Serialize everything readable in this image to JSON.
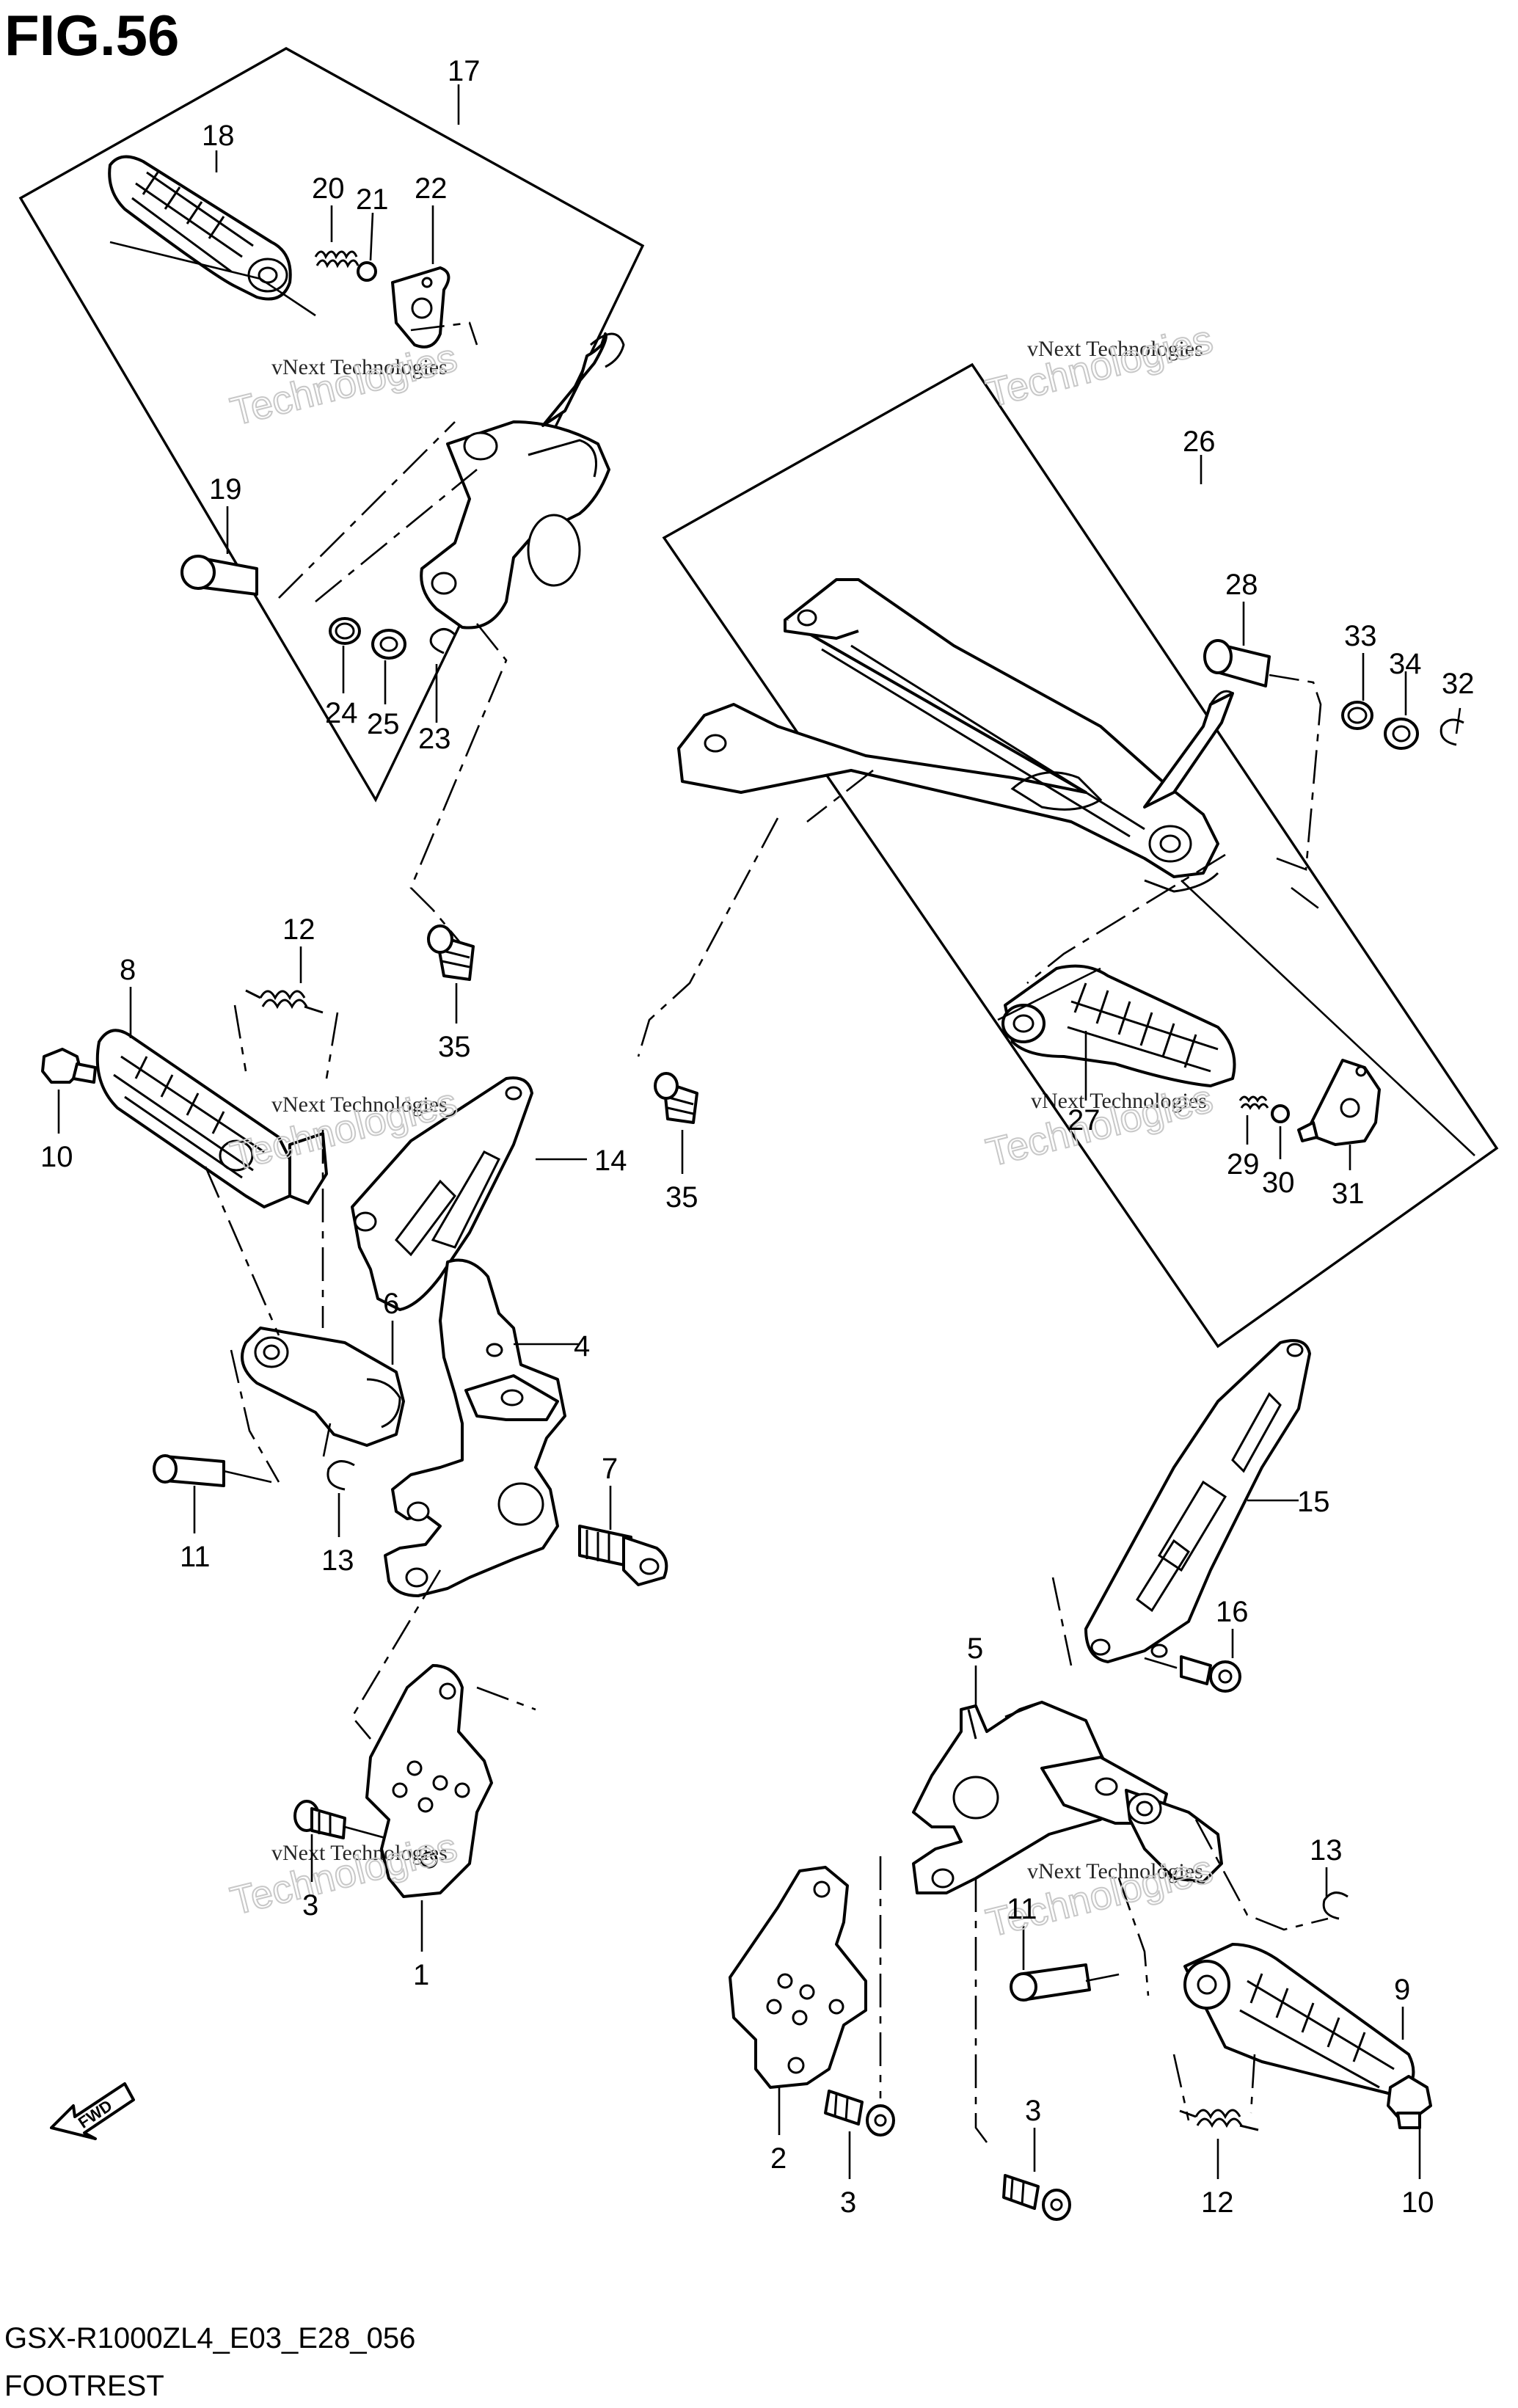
{
  "figure": {
    "title": "FIG.56",
    "model_code": "GSX-R1000ZL4_E03_E28_056",
    "section_name": "FOOTREST"
  },
  "fwd_label": "FWD",
  "watermark": {
    "small_text": "vNext Technologies",
    "big_text": "Technologies"
  },
  "callouts": [
    {
      "id": "c17",
      "label": "17"
    },
    {
      "id": "c18",
      "label": "18"
    },
    {
      "id": "c20",
      "label": "20"
    },
    {
      "id": "c21",
      "label": "21"
    },
    {
      "id": "c22",
      "label": "22"
    },
    {
      "id": "c19",
      "label": "19"
    },
    {
      "id": "c24",
      "label": "24"
    },
    {
      "id": "c25",
      "label": "25"
    },
    {
      "id": "c23",
      "label": "23"
    },
    {
      "id": "c35a",
      "label": "35"
    },
    {
      "id": "c26",
      "label": "26"
    },
    {
      "id": "c28",
      "label": "28"
    },
    {
      "id": "c33",
      "label": "33"
    },
    {
      "id": "c34",
      "label": "34"
    },
    {
      "id": "c32",
      "label": "32"
    },
    {
      "id": "c27",
      "label": "27"
    },
    {
      "id": "c29",
      "label": "29"
    },
    {
      "id": "c30",
      "label": "30"
    },
    {
      "id": "c31",
      "label": "31"
    },
    {
      "id": "c35b",
      "label": "35"
    },
    {
      "id": "c12a",
      "label": "12"
    },
    {
      "id": "c8",
      "label": "8"
    },
    {
      "id": "c10a",
      "label": "10"
    },
    {
      "id": "c14",
      "label": "14"
    },
    {
      "id": "c6",
      "label": "6"
    },
    {
      "id": "c4",
      "label": "4"
    },
    {
      "id": "c11a",
      "label": "11"
    },
    {
      "id": "c13a",
      "label": "13"
    },
    {
      "id": "c7",
      "label": "7"
    },
    {
      "id": "c3a",
      "label": "3"
    },
    {
      "id": "c1",
      "label": "1"
    },
    {
      "id": "c15",
      "label": "15"
    },
    {
      "id": "c16",
      "label": "16"
    },
    {
      "id": "c5",
      "label": "5"
    },
    {
      "id": "c13b",
      "label": "13"
    },
    {
      "id": "c11b",
      "label": "11"
    },
    {
      "id": "c9",
      "label": "9"
    },
    {
      "id": "c2",
      "label": "2"
    },
    {
      "id": "c3b",
      "label": "3"
    },
    {
      "id": "c3c",
      "label": "3"
    },
    {
      "id": "c12b",
      "label": "12"
    },
    {
      "id": "c10b",
      "label": "10"
    }
  ]
}
